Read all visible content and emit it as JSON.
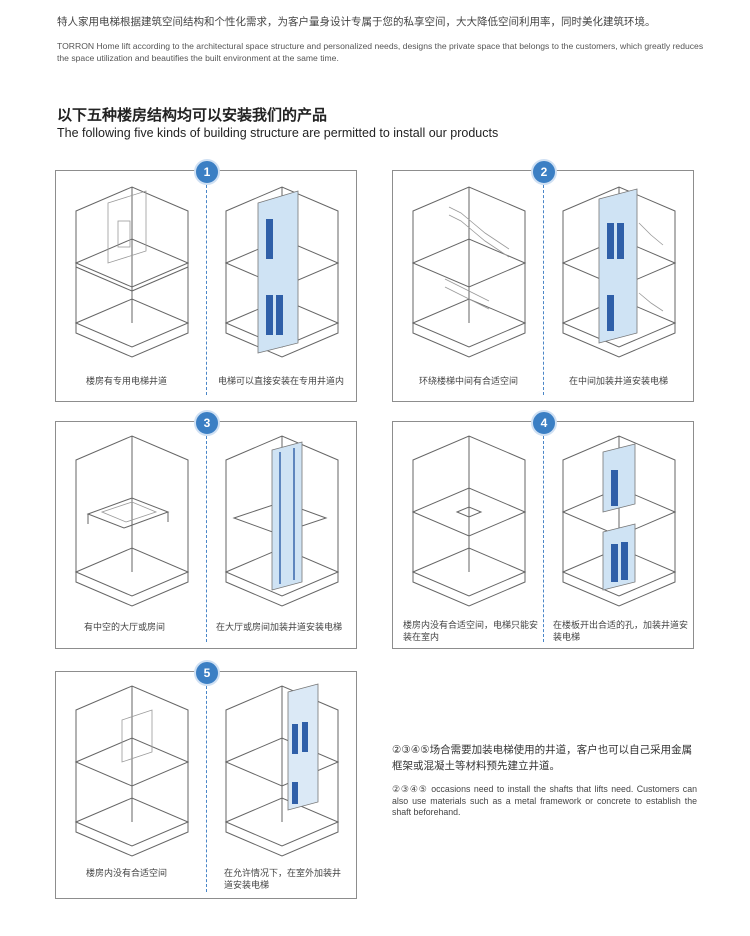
{
  "intro": {
    "cn": "特人家用电梯根据建筑空间结构和个性化需求，为客户量身设计专属于您的私享空间，大大降低空间利用率，同时美化建筑环境。",
    "en": "TORRON Home lift according to the architectural space structure and personalized needs, designs the private space that belongs to the customers, which greatly reduces the space utilization and beautifies the built environment at the same time."
  },
  "section": {
    "title_cn": "以下五种楼房结构均可以安装我们的产品",
    "title_en": "The following five kinds of building structure are permitted to install our products"
  },
  "panels": [
    {
      "number": "1",
      "caption_left": "楼房有专用电梯井道",
      "caption_right": "电梯可以直接安装在专用井道内"
    },
    {
      "number": "2",
      "caption_left": "环绕楼梯中间有合适空间",
      "caption_right": "在中间加装井道安装电梯"
    },
    {
      "number": "3",
      "caption_left": "有中空的大厅或房间",
      "caption_right": "在大厅或房间加装井道安装电梯"
    },
    {
      "number": "4",
      "caption_left": "楼房内没有合适空间，电梯只能安装在室内",
      "caption_right": "在楼板开出合适的孔，加装井道安装电梯"
    },
    {
      "number": "5",
      "caption_left": "楼房内没有合适空间",
      "caption_right": "在允许情况下，在室外加装井道安装电梯"
    }
  ],
  "note": {
    "cn": "②③④⑤场合需要加装电梯使用的井道，客户也可以自己采用金属框架或混凝土等材料预先建立井道。",
    "en": "②③④⑤ occasions need to install the shafts that lifts need. Customers can also use materials such as a metal framework or concrete to establish the shaft beforehand."
  },
  "colors": {
    "accent": "#3b7fc4",
    "border": "#8d8d8d",
    "glass": "#cfe3f4",
    "door": "#2f5fa8"
  },
  "icons": [
    "building-plain-illustration",
    "building-lift-illustration"
  ]
}
